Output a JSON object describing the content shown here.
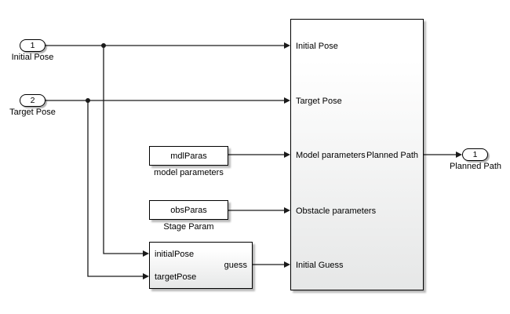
{
  "inports": [
    {
      "id": "1",
      "label": "Initial Pose"
    },
    {
      "id": "2",
      "label": "Target Pose"
    }
  ],
  "outports": [
    {
      "id": "1",
      "label": "Planned Path"
    }
  ],
  "constants": [
    {
      "value": "mdlParas",
      "label": "model parameters"
    },
    {
      "value": "obsParas",
      "label": "Stage Param"
    }
  ],
  "guess_subsystem": {
    "in_ports": [
      "initialPose",
      "targetPose"
    ],
    "out_port": "guess"
  },
  "planner": {
    "in_ports": [
      "Initial Pose",
      "Target Pose",
      "Model parameters",
      "Obstacle parameters",
      "Initial Guess"
    ],
    "out_port": "Planned Path"
  },
  "colors": {
    "canvas_bg": "#ffffff",
    "wire": "#1a1a1a",
    "block_border": "#000000",
    "block_fill_top": "#ffffff",
    "block_fill_bottom": "#e6e7e7"
  }
}
